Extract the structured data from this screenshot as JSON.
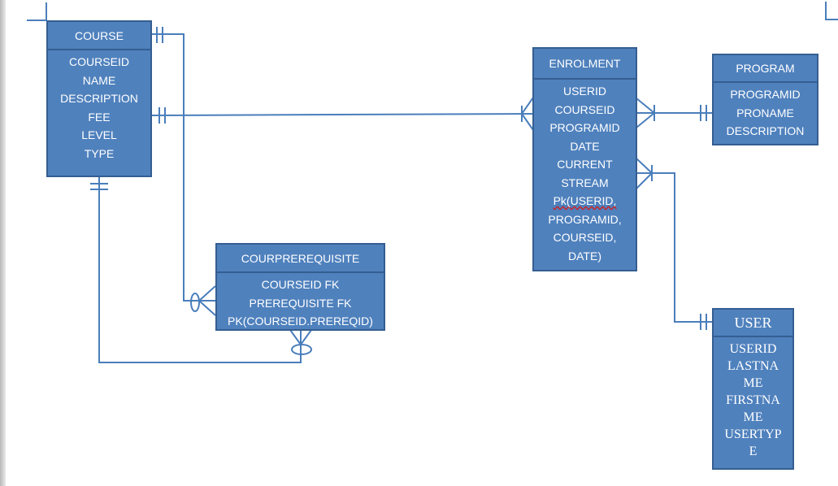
{
  "entities": {
    "course": {
      "title": "COURSE",
      "attributes": [
        "COURSEID",
        "NAME",
        "DESCRIPTION",
        "FEE",
        "LEVEL",
        "TYPE"
      ]
    },
    "enrolment": {
      "title": "ENROLMENT",
      "attributes": [
        "USERID",
        "COURSEID",
        "PROGRAMID",
        "DATE",
        "CURRENT",
        "STREAM",
        "Pk(USERID,",
        "PROGRAMID,",
        "COURSEID,",
        "DATE)"
      ]
    },
    "program": {
      "title": "PROGRAM",
      "attributes": [
        "PROGRAMID",
        "PRONAME",
        "DESCRIPTION"
      ]
    },
    "courprerequisite": {
      "title": "COURPREREQUISITE",
      "attributes": [
        "COURSEID FK",
        "PREREQUISITE FK",
        "PK(COURSEID.PREREQID)"
      ]
    },
    "user": {
      "title": "USER",
      "attributes": [
        "USERID",
        "LASTNA",
        "ME",
        "FIRSTNA",
        "ME",
        "USERTYP",
        "E"
      ]
    }
  },
  "relationships": [
    {
      "from": "course",
      "to": "enrolment",
      "from_cardinality": "one-and-only-one",
      "to_cardinality": "one-or-many"
    },
    {
      "from": "program",
      "to": "enrolment",
      "from_cardinality": "one-and-only-one",
      "to_cardinality": "one-or-many"
    },
    {
      "from": "user",
      "to": "enrolment",
      "from_cardinality": "one-and-only-one",
      "to_cardinality": "one-or-many"
    },
    {
      "from": "course",
      "to": "courprerequisite",
      "from_cardinality": "one-and-only-one",
      "to_cardinality": "zero-or-many"
    },
    {
      "from": "course",
      "to": "courprerequisite",
      "from_cardinality": "one-and-only-one",
      "to_cardinality": "zero-or-many"
    }
  ],
  "colors": {
    "entity_fill": "#4f81bd",
    "entity_border": "#355e91",
    "connector": "#4a7ebb",
    "text": "#ffffff"
  }
}
